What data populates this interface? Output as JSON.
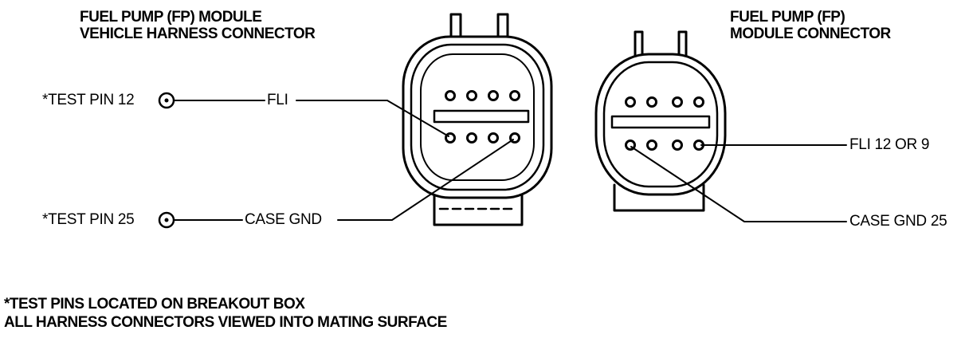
{
  "harness_title": {
    "line1": "FUEL PUMP (FP) MODULE",
    "line2": "VEHICLE HARNESS CONNECTOR"
  },
  "module_title": {
    "line1": "FUEL PUMP (FP)",
    "line2": "MODULE CONNECTOR"
  },
  "labels": {
    "test_pin_12": "*TEST PIN 12",
    "test_pin_25": "*TEST PIN 25",
    "harness_fli": "FLI",
    "harness_case_gnd": "CASE GND",
    "module_fli": "FLI 12 OR 9",
    "module_case_gnd": "CASE GND 25"
  },
  "notes": {
    "line1": "*TEST PINS LOCATED ON BREAKOUT BOX",
    "line2": "ALL HARNESS CONNECTORS VIEWED INTO MATING SURFACE"
  }
}
